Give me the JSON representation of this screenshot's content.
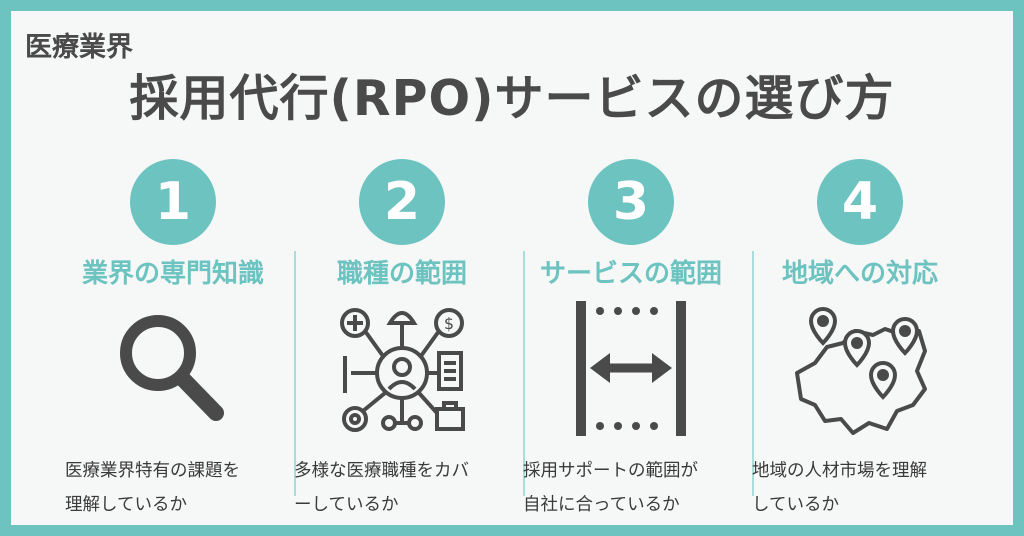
{
  "header": {
    "subtitle": "医療業界",
    "title": "採用代行(RPO)サービスの選び方"
  },
  "colors": {
    "accent": "#6cc3c0",
    "text": "#4a4a4a",
    "icon": "#4a4a4a"
  },
  "steps": [
    {
      "number": "1",
      "heading": "業界の専門知識",
      "icon": "magnifier-icon",
      "desc_lines": [
        "医療業界特有の課題を",
        "理解しているか"
      ]
    },
    {
      "number": "2",
      "heading": "職種の範囲",
      "icon": "network-people-icon",
      "desc_lines": [
        "多様な医療職種をカバ",
        "ーしているか"
      ]
    },
    {
      "number": "3",
      "heading": "サービスの範囲",
      "icon": "range-arrows-icon",
      "desc_lines": [
        "採用サポートの範囲が",
        "自社に合っているか"
      ]
    },
    {
      "number": "4",
      "heading": "地域への対応",
      "icon": "map-pins-icon",
      "desc_lines": [
        "地域の人材市場を理解",
        "しているか"
      ]
    }
  ]
}
